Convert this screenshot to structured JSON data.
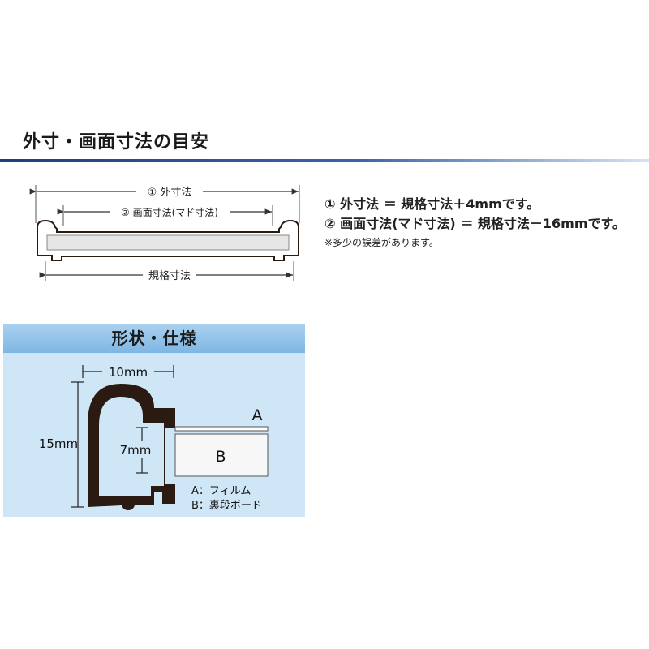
{
  "section_title": "外寸・画面寸法の目安",
  "top_diagram": {
    "outer_label": "① 外寸法",
    "screen_label": "② 画面寸法(マド寸法)",
    "standard_label": "規格寸法"
  },
  "notes": {
    "line1": "① 外寸法 ＝ 規格寸法＋4mmです。",
    "line2": "② 画面寸法(マド寸法) ＝ 規格寸法－16mmです。",
    "line3": "※多少の誤差があります。"
  },
  "spec_panel": {
    "title": "形状・仕様",
    "width_label": "10mm",
    "height_label": "15mm",
    "depth_label": "7mm",
    "part_a": "A",
    "part_b": "B",
    "legend_a": "A：フィルム",
    "legend_b": "B：裏段ボード"
  },
  "colors": {
    "accent_rule": "#2b4f8f",
    "panel_bg": "#cfe6f6",
    "panel_header": "#8fc2ea",
    "frame_color": "#2a1a12"
  }
}
